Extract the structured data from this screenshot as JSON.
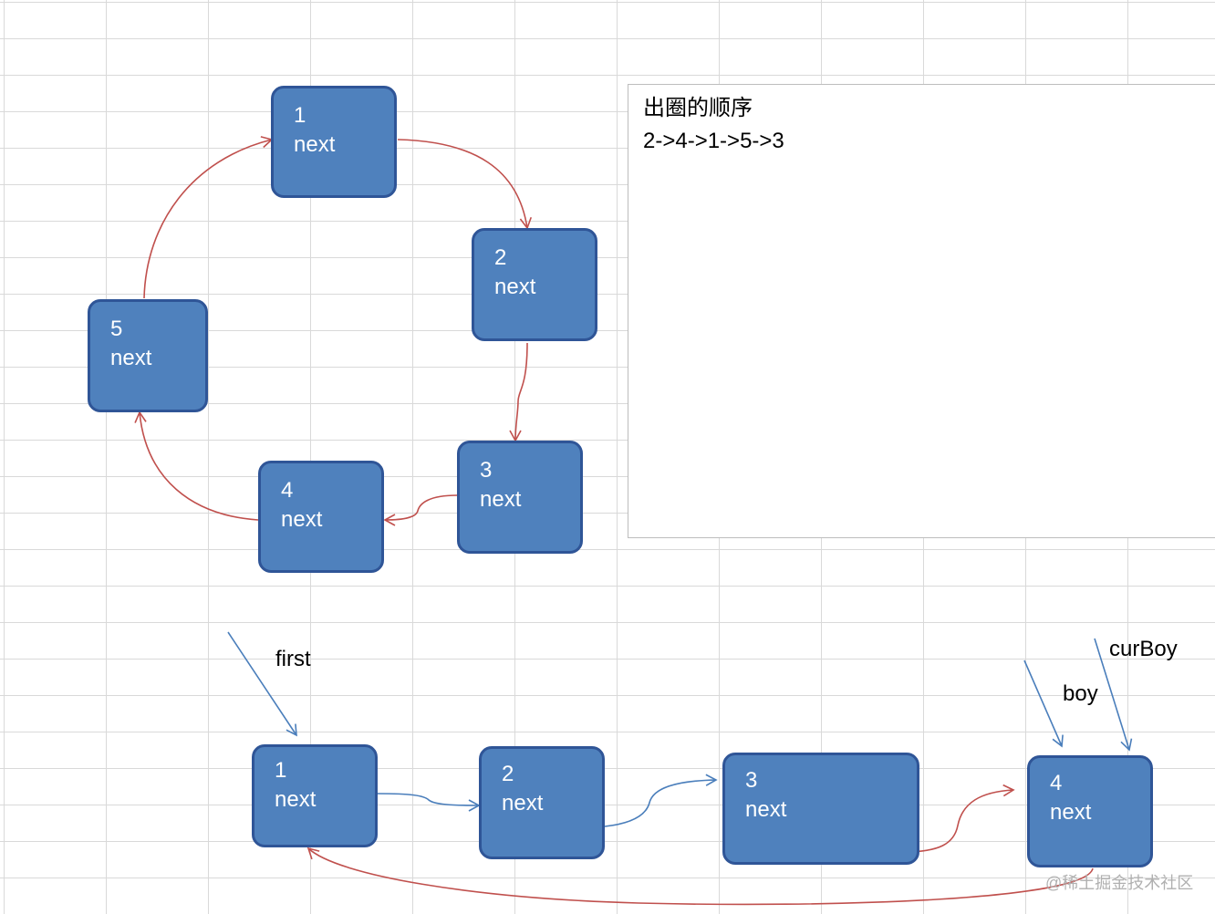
{
  "ring_nodes": [
    {
      "id": "1",
      "field": "next"
    },
    {
      "id": "2",
      "field": "next"
    },
    {
      "id": "3",
      "field": "next"
    },
    {
      "id": "4",
      "field": "next"
    },
    {
      "id": "5",
      "field": "next"
    }
  ],
  "chain_nodes": [
    {
      "id": "1",
      "field": "next"
    },
    {
      "id": "2",
      "field": "next"
    },
    {
      "id": "3",
      "field": "next"
    },
    {
      "id": "4",
      "field": "next"
    }
  ],
  "pointers": {
    "first": "first",
    "boy": "boy",
    "cur_boy": "curBoy"
  },
  "textbox": {
    "title": "出圈的顺序",
    "sequence": "2->4->1->5->3"
  },
  "watermark": "@稀土掘金技术社区",
  "colors": {
    "node_fill": "#4f81bd",
    "node_border": "#2f5597",
    "red_arrow": "#c0504d",
    "blue_arrow": "#4a7ebb"
  }
}
